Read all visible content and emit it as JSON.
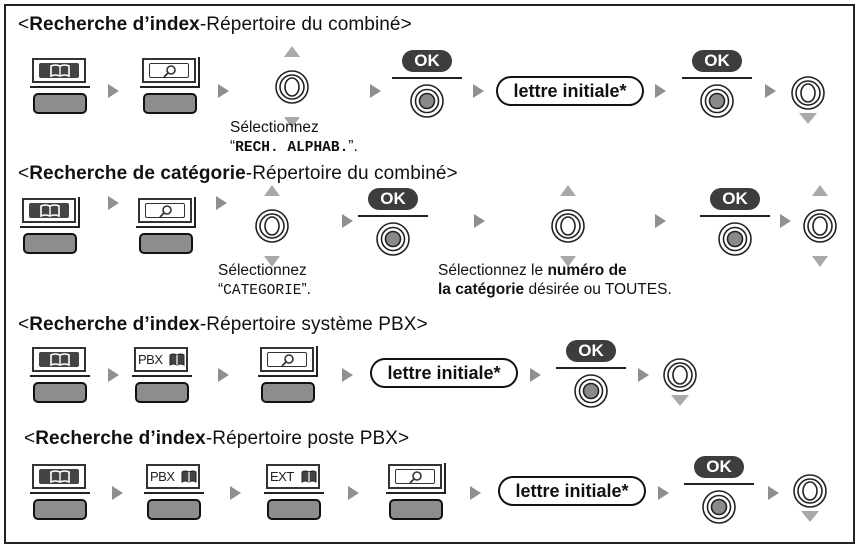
{
  "sections": [
    {
      "head_bold": "Recherche d’index",
      "head_rest": "-Répertoire du combiné>"
    },
    {
      "head_bold": "Recherche de catégorie",
      "head_rest": "-Répertoire du combiné>"
    },
    {
      "head_bold": "Recherche d’index",
      "head_rest": "-Répertoire système PBX>"
    },
    {
      "head_bold": "Recherche d’index",
      "head_rest": "-Répertoire poste PBX>"
    }
  ],
  "lt": "<",
  "ok_label": "OK",
  "initial_label": "lettre initiale*",
  "pbx_label": "PBX",
  "ext_label": "EXT",
  "notes": {
    "s1_line1": "Sélectionnez",
    "s1_quote_open": "“",
    "s1_code": "RECH. ALPHAB.",
    "s1_quote_close": "”.",
    "s2a_line1": "Sélectionnez",
    "s2a_quote_open": "“",
    "s2a_code": "CATEGORIE",
    "s2a_quote_close": "”.",
    "s2b_pre": "Sélectionnez le ",
    "s2b_bold1": "numéro de",
    "s2b_bold2": "la catégorie",
    "s2b_post": " désirée ou TOUTES."
  },
  "icons": {
    "book": "book-icon",
    "search": "magnifier-icon",
    "navigator": "navigator-key-icon",
    "arrow": "step-arrow-icon"
  },
  "colors": {
    "key_fill": "#8d8d8d",
    "badge": "#3d3d3d",
    "arrow": "#8f8f8f",
    "border": "#222222"
  }
}
